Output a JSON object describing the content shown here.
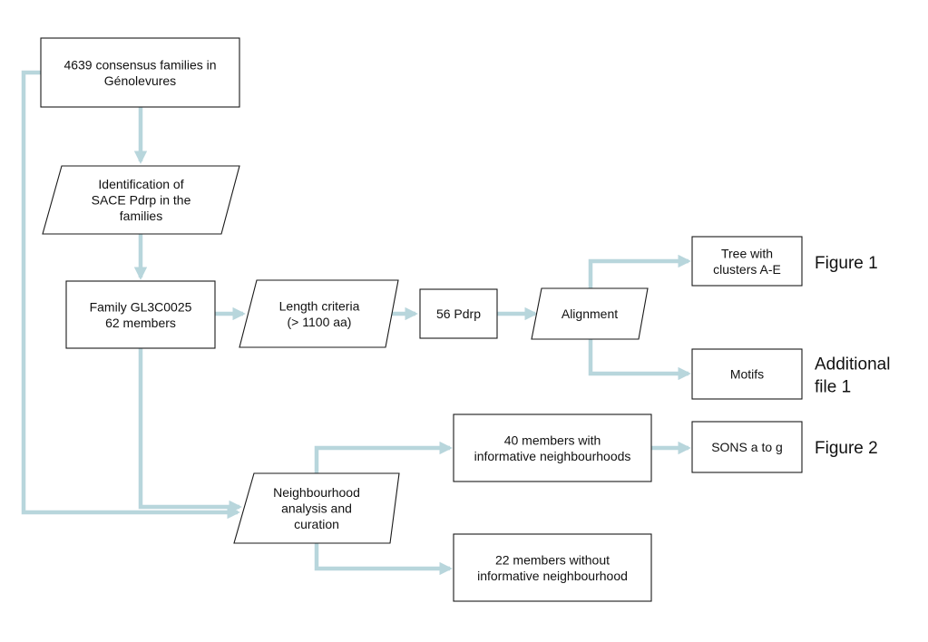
{
  "nodes": {
    "consensus": {
      "lines": [
        "4639 consensus families in",
        "Génolevures"
      ]
    },
    "identification": {
      "lines": [
        "Identification of",
        "SACE Pdrp in the",
        "families"
      ]
    },
    "family": {
      "lines": [
        "Family GL3C0025",
        "62 members"
      ]
    },
    "length": {
      "lines": [
        "Length criteria",
        "(> 1100 aa)"
      ]
    },
    "pdrp56": {
      "lines": [
        "56 Pdrp"
      ]
    },
    "alignment": {
      "lines": [
        "Alignment"
      ]
    },
    "tree": {
      "lines": [
        "Tree with",
        "clusters A-E"
      ]
    },
    "motifs": {
      "lines": [
        "Motifs"
      ]
    },
    "neighbourhood": {
      "lines": [
        "Neighbourhood",
        "analysis and",
        "curation"
      ]
    },
    "members40": {
      "lines": [
        "40 members with",
        "informative neighbourhoods"
      ]
    },
    "sons": {
      "lines": [
        "SONS a to g"
      ]
    },
    "members22": {
      "lines": [
        "22 members without",
        "informative neighbourhood"
      ]
    }
  },
  "side_labels": {
    "figure1": [
      "Figure 1"
    ],
    "additional_file1": [
      "Additional",
      "file 1"
    ],
    "figure2": [
      "Figure 2"
    ]
  },
  "colors": {
    "connector": "#b8d6dc",
    "box_border": "#1a1a1a",
    "text": "#111111"
  }
}
